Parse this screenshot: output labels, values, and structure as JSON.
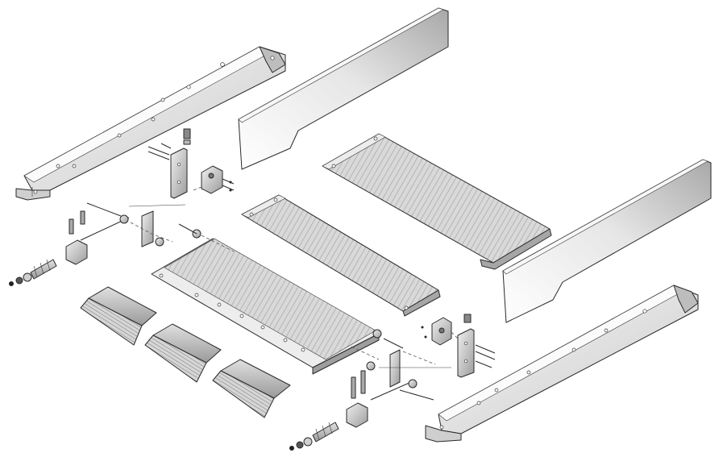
{
  "diagram": {
    "kind": "exploded-assembly-illustration",
    "background": "#ffffff",
    "colors": {
      "metal_light": "#f2f2f2",
      "metal_mid": "#cfcfcf",
      "metal_dark": "#8f8f8f",
      "outline": "#2a2a2a"
    },
    "parts": [
      "left-side-rail",
      "right-side-rail",
      "upper-skirt-panel",
      "lower-skirt-panel",
      "top-pallet-plate",
      "middle-pallet-plate",
      "front-pallet-plate",
      "comb-plate-1",
      "comb-plate-2",
      "comb-plate-3",
      "upper-mounting-bracket",
      "lower-mounting-bracket",
      "upper-tension-assembly",
      "lower-tension-assembly"
    ]
  }
}
